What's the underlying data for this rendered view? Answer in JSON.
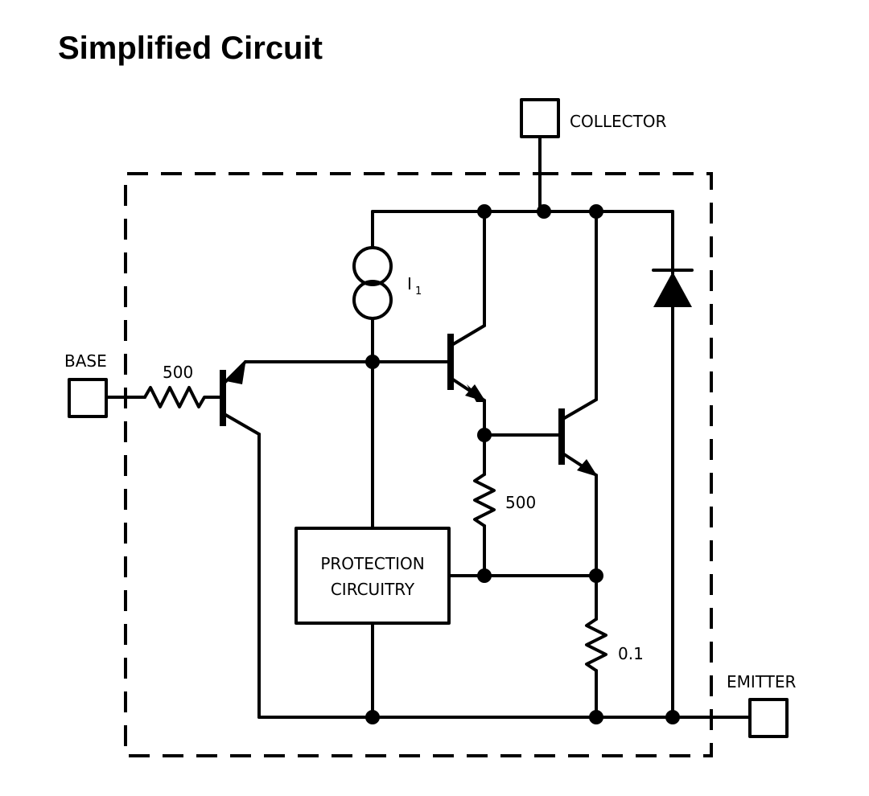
{
  "title": "Simplified Circuit",
  "terminals": {
    "collector": "COLLECTOR",
    "base": "BASE",
    "emitter": "EMITTER"
  },
  "components": {
    "base_resistor": "500",
    "current_source": "I",
    "current_source_sub": "1",
    "emitter_resistor": "500",
    "sense_resistor": "0.1",
    "protection_line1": "PROTECTION",
    "protection_line2": "CIRCUITRY"
  }
}
